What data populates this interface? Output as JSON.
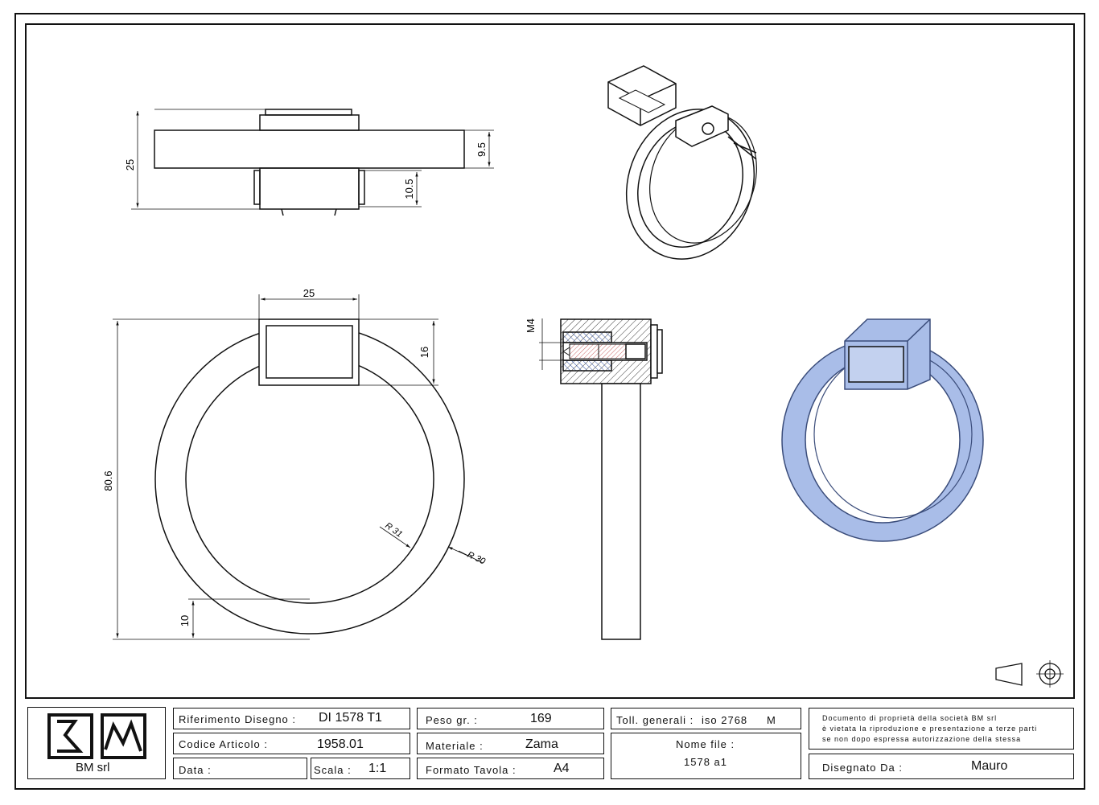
{
  "dimensions": {
    "side_height": "25",
    "side_band_thickness": "9.5",
    "side_clip_depth": "10.5",
    "front_box_width": "25",
    "front_box_height": "16",
    "front_total_height": "80.6",
    "front_inner_radius": "R 31",
    "front_outer_radius": "R 30",
    "front_band_width": "10",
    "section_thread": "M4"
  },
  "title_block": {
    "company": "BM srl",
    "riferimento_label": "Riferimento Disegno :",
    "riferimento_value": "DI 1578 T1",
    "codice_label": "Codice Articolo :",
    "codice_value": "1958.01",
    "data_label": "Data :",
    "data_value": "",
    "scala_label": "Scala :",
    "scala_value": "1:1",
    "peso_label": "Peso gr. :",
    "peso_value": "169",
    "materiale_label": "Materiale :",
    "materiale_value": "Zama",
    "formato_label": "Formato Tavola :",
    "formato_value": "A4",
    "toll_label": "Toll. generali :",
    "toll_value": "iso 2768",
    "toll_class": "M",
    "nome_file_label": "Nome file :",
    "nome_file_value": "1578 a1",
    "notice_line1": "Documento di proprietà della società BM srl",
    "notice_line2": "è vietata la riproduzione e presentazione a terze parti",
    "notice_line3": "se non dopo espressa autorizzazione della stessa",
    "disegnato_label": "Disegnato Da :",
    "disegnato_value": "Mauro"
  },
  "colors": {
    "line": "#111111",
    "shade_fill": "#a9bde8",
    "shade_stroke": "#3a4c7a",
    "section_hatch": "#333333",
    "thread_hatch": "#cc6666"
  }
}
